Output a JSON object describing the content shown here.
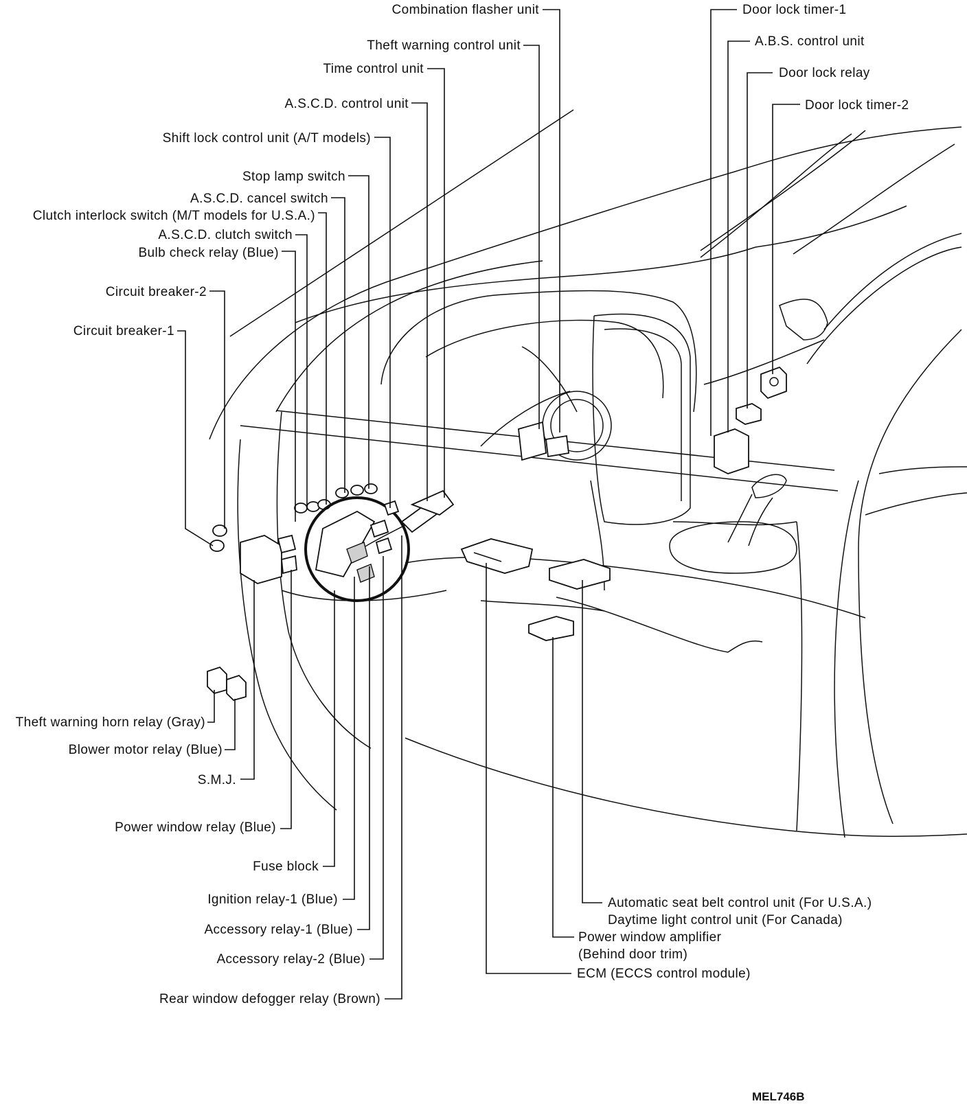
{
  "labels": {
    "combination_flasher_unit": "Combination flasher unit",
    "theft_warning_control_unit": "Theft warning control unit",
    "time_control_unit": "Time control unit",
    "ascd_control_unit": "A.S.C.D. control unit",
    "shift_lock_control_unit": "Shift lock control unit (A/T models)",
    "stop_lamp_switch": "Stop lamp switch",
    "ascd_cancel_switch": "A.S.C.D. cancel switch",
    "clutch_interlock_switch": "Clutch interlock switch (M/T models for U.S.A.)",
    "ascd_clutch_switch": "A.S.C.D. clutch switch",
    "bulb_check_relay": "Bulb check relay (Blue)",
    "circuit_breaker_2": "Circuit breaker-2",
    "circuit_breaker_1": "Circuit breaker-1",
    "door_lock_timer_1": "Door lock timer-1",
    "abs_control_unit": "A.B.S. control unit",
    "door_lock_relay": "Door lock relay",
    "door_lock_timer_2": "Door lock timer-2",
    "theft_warning_horn_relay": "Theft warning horn relay (Gray)",
    "blower_motor_relay": "Blower motor relay (Blue)",
    "smj": "S.M.J.",
    "power_window_relay": "Power window relay (Blue)",
    "fuse_block": "Fuse block",
    "ignition_relay_1": "Ignition relay-1 (Blue)",
    "accessory_relay_1": "Accessory relay-1 (Blue)",
    "accessory_relay_2": "Accessory relay-2 (Blue)",
    "rear_window_defogger_relay": "Rear window defogger relay (Brown)",
    "automatic_seat_belt_line1": "Automatic seat belt control unit (For U.S.A.)",
    "automatic_seat_belt_line2": "Daytime light control unit (For Canada)",
    "power_window_amplifier_line1": "Power window amplifier",
    "power_window_amplifier_line2": "(Behind door trim)",
    "ecm": "ECM (ECCS control module)"
  },
  "figure_code": "MEL746B"
}
